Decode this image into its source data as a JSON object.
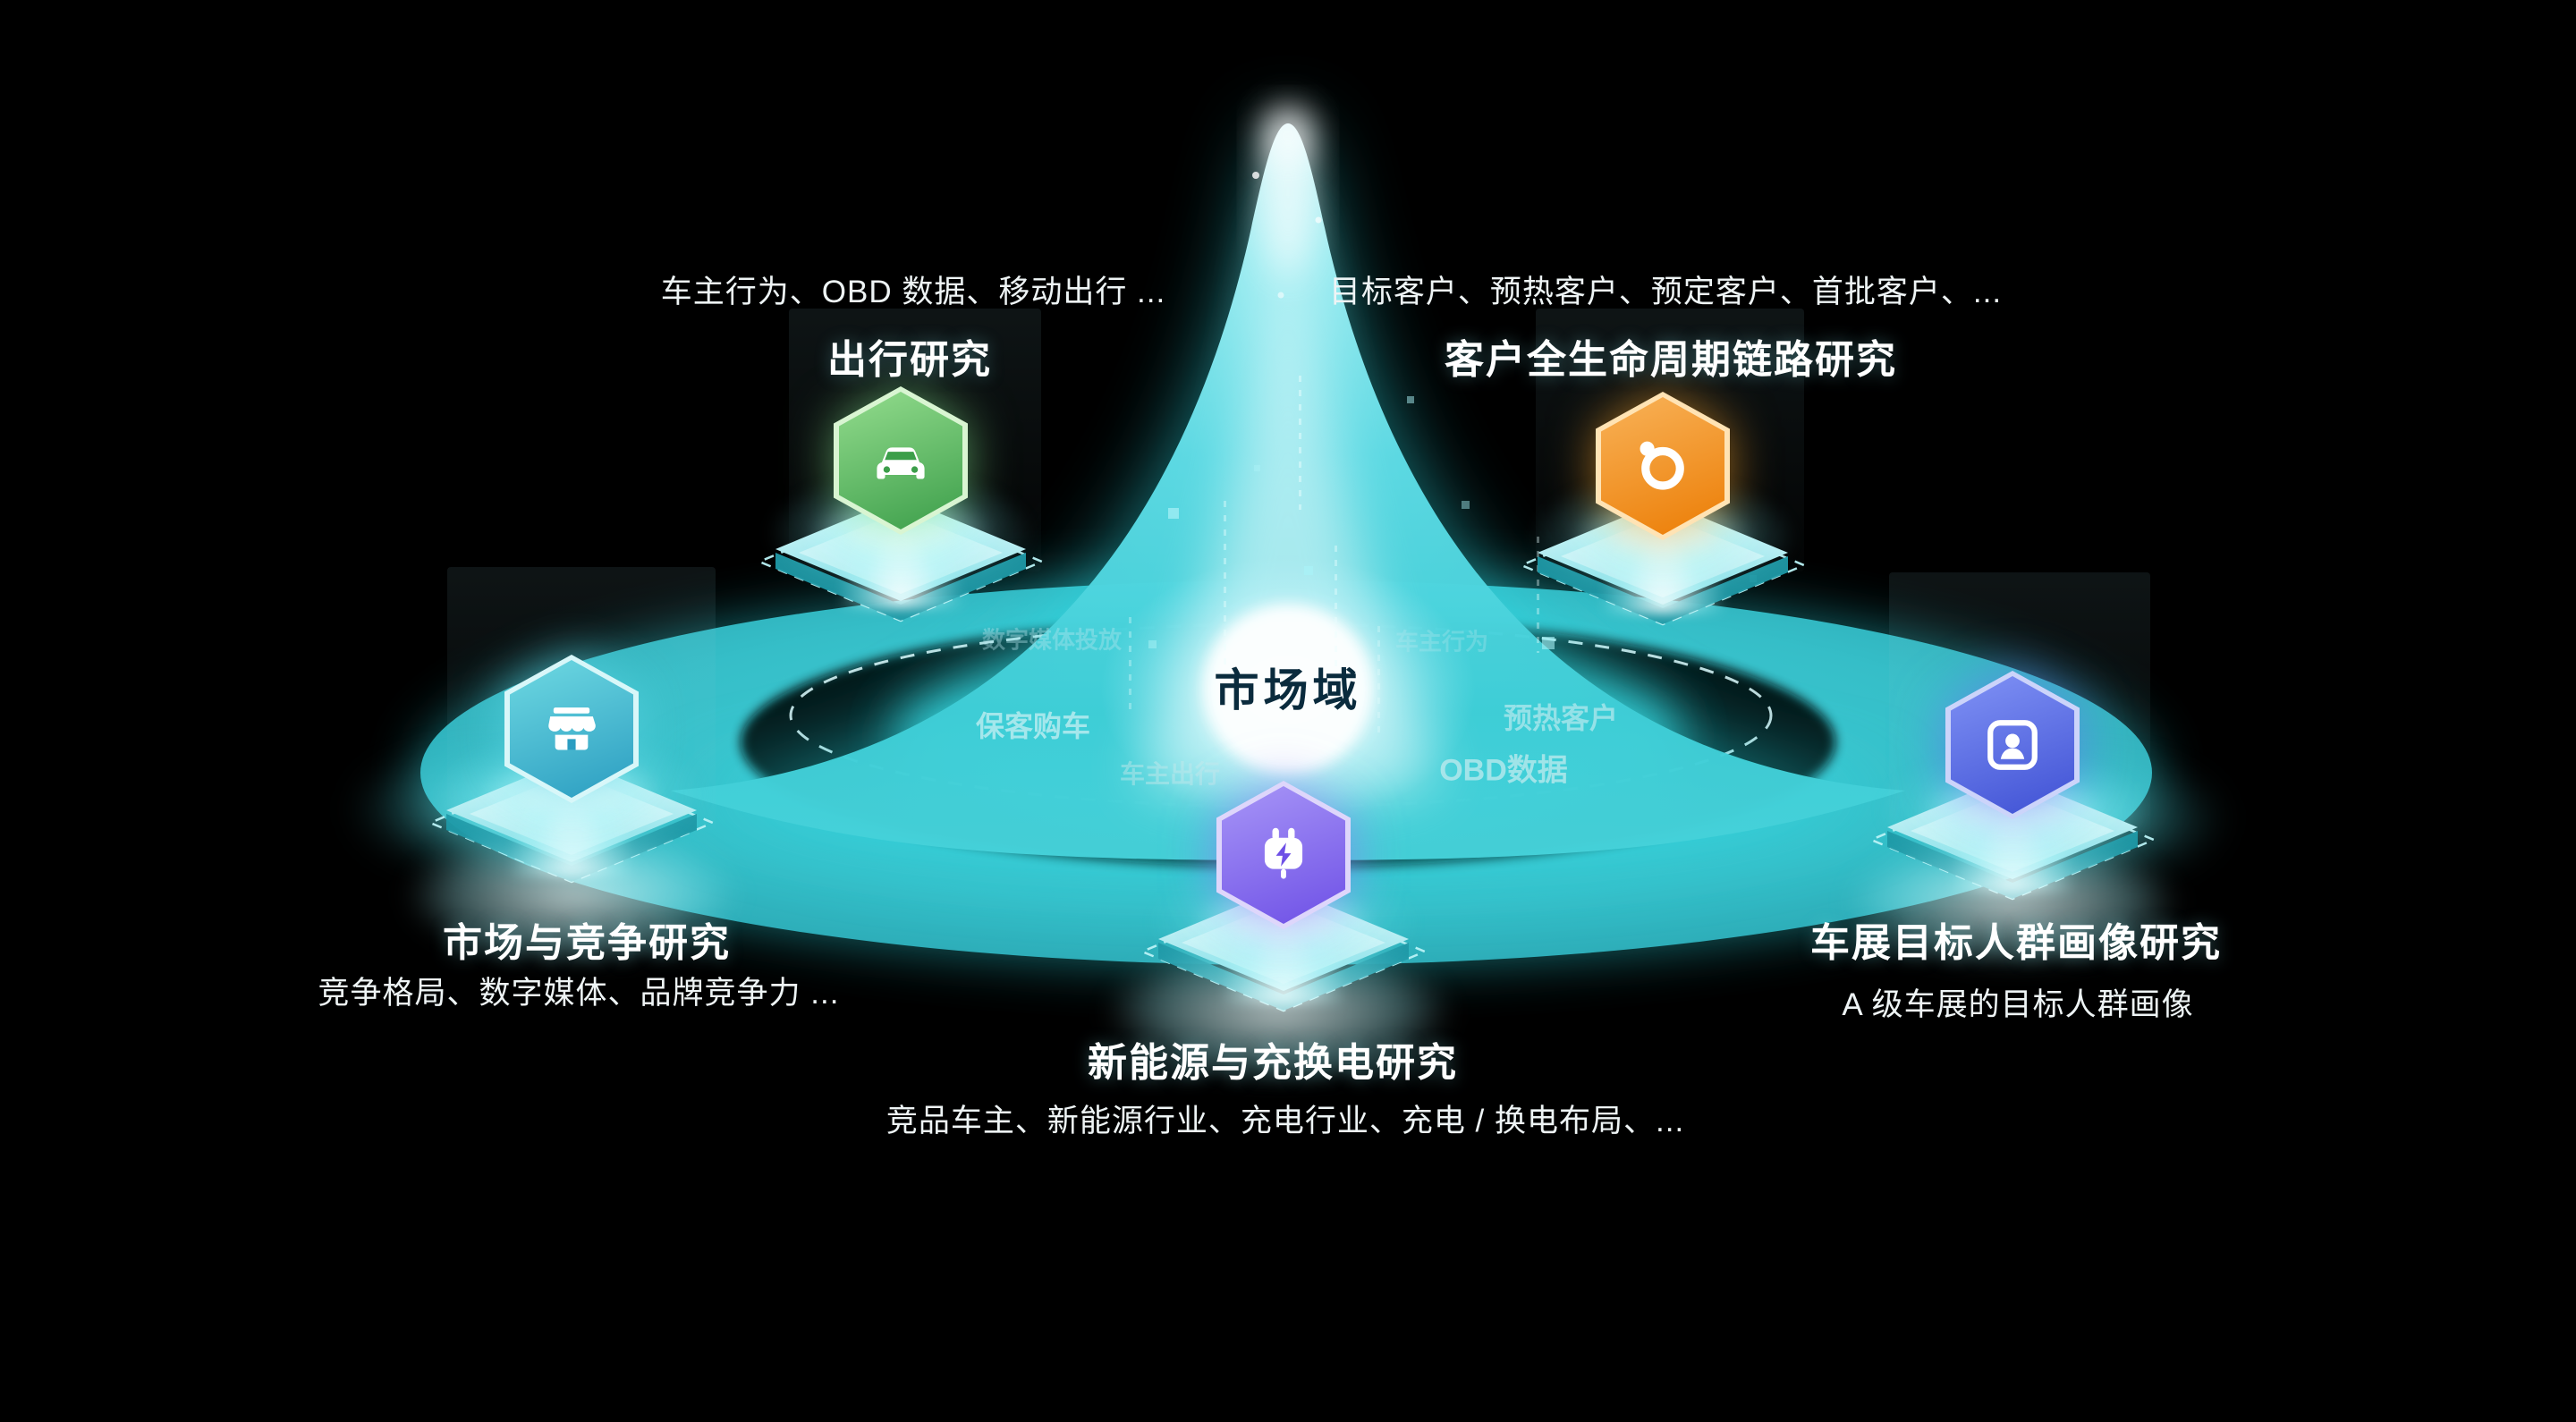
{
  "scene": {
    "center_label": "市场域",
    "accent_color": "#36c3cc",
    "background_color": "#000000"
  },
  "nodes": [
    {
      "id": "travel-research",
      "title": "出行研究",
      "desc": "车主行为、OBD 数据、移动出行 ...",
      "icon": "car-icon",
      "color": "#3c9e4a"
    },
    {
      "id": "customer-lifecycle",
      "title": "客户全生命周期链路研究",
      "desc": "目标客户、预热客户、预定客户、首批客户、...",
      "icon": "orbit-icon",
      "color": "#ec7d05"
    },
    {
      "id": "market-competition",
      "title": "市场与竞争研究",
      "desc": "竞争格局、数字媒体、品牌竞争力 ...",
      "icon": "storefront-icon",
      "color": "#2b9dc1"
    },
    {
      "id": "new-energy-charging",
      "title": "新能源与充换电研究",
      "desc": "竞品车主、新能源行业、充电行业、充电 / 换电布局、...",
      "icon": "charging-plug-icon",
      "color": "#6e50e6"
    },
    {
      "id": "audience-portrait",
      "title": "车展目标人群画像研究",
      "desc": "A 级车展的目标人群画像",
      "icon": "person-badge-icon",
      "color": "#3f51d4"
    }
  ],
  "background_tags": [
    {
      "label": "数字媒体投放"
    },
    {
      "label": "车主行为"
    },
    {
      "label": "保客购车"
    },
    {
      "label": "预热客户"
    },
    {
      "label": "OBD数据"
    },
    {
      "label": "车主出行"
    }
  ]
}
